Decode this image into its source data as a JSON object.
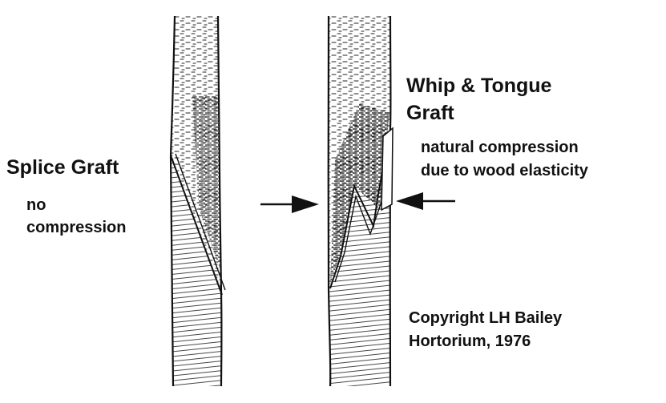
{
  "splice": {
    "title": "Splice Graft",
    "note_line1": "no",
    "note_line2": "compression"
  },
  "whip": {
    "title_line1": "Whip & Tongue",
    "title_line2": "Graft",
    "note_line1": "natural compression",
    "note_line2": "due to wood elasticity"
  },
  "credit": {
    "line1": "Copyright LH Bailey",
    "line2": "Hortorium, 1976"
  }
}
